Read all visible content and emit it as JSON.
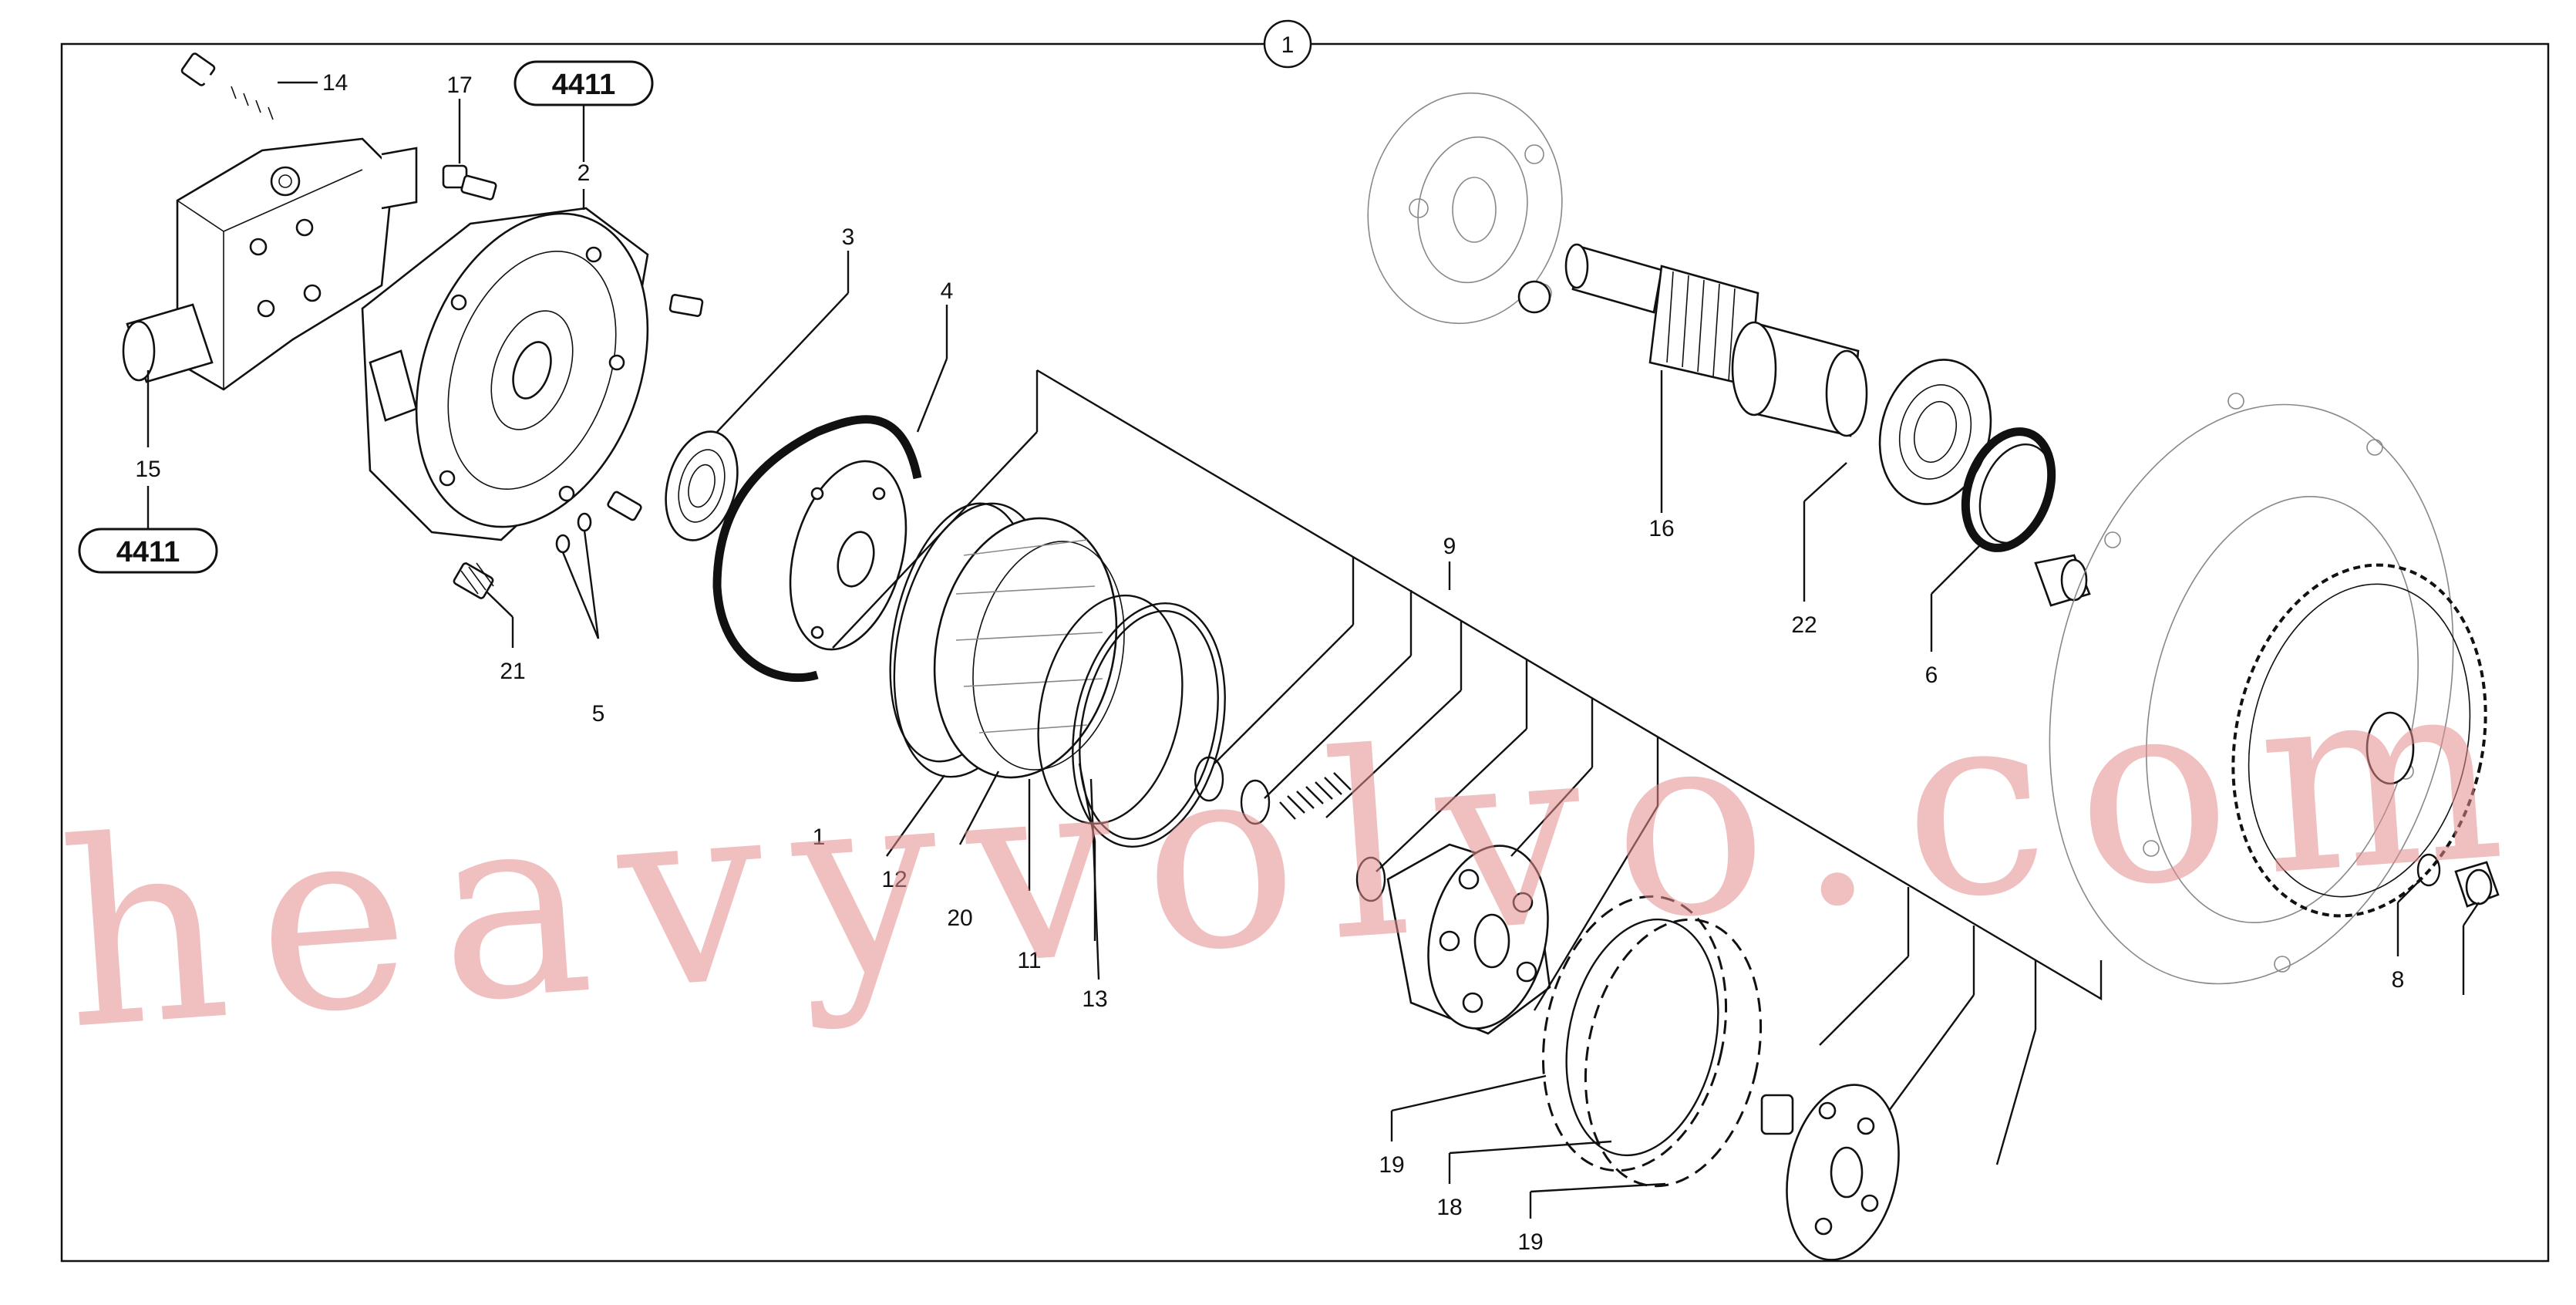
{
  "sheet": {
    "number": "1"
  },
  "references": [
    {
      "id": "ref-top",
      "text": "4411"
    },
    {
      "id": "ref-left",
      "text": "4411"
    }
  ],
  "labels": [
    {
      "id": "14",
      "text": "14"
    },
    {
      "id": "17",
      "text": "17"
    },
    {
      "id": "2",
      "text": "2"
    },
    {
      "id": "3",
      "text": "3"
    },
    {
      "id": "4",
      "text": "4"
    },
    {
      "id": "15",
      "text": "15"
    },
    {
      "id": "21",
      "text": "21"
    },
    {
      "id": "5",
      "text": "5"
    },
    {
      "id": "1",
      "text": "1"
    },
    {
      "id": "12",
      "text": "12"
    },
    {
      "id": "20",
      "text": "20"
    },
    {
      "id": "11",
      "text": "11"
    },
    {
      "id": "13",
      "text": "13"
    },
    {
      "id": "9",
      "text": "9"
    },
    {
      "id": "16",
      "text": "16"
    },
    {
      "id": "22",
      "text": "22"
    },
    {
      "id": "6",
      "text": "6"
    },
    {
      "id": "8",
      "text": "8"
    },
    {
      "id": "19a",
      "text": "19"
    },
    {
      "id": "18",
      "text": "18"
    },
    {
      "id": "19b",
      "text": "19"
    }
  ],
  "watermark": {
    "text": "heavyvolvo.com",
    "color": "#e58c8c"
  }
}
